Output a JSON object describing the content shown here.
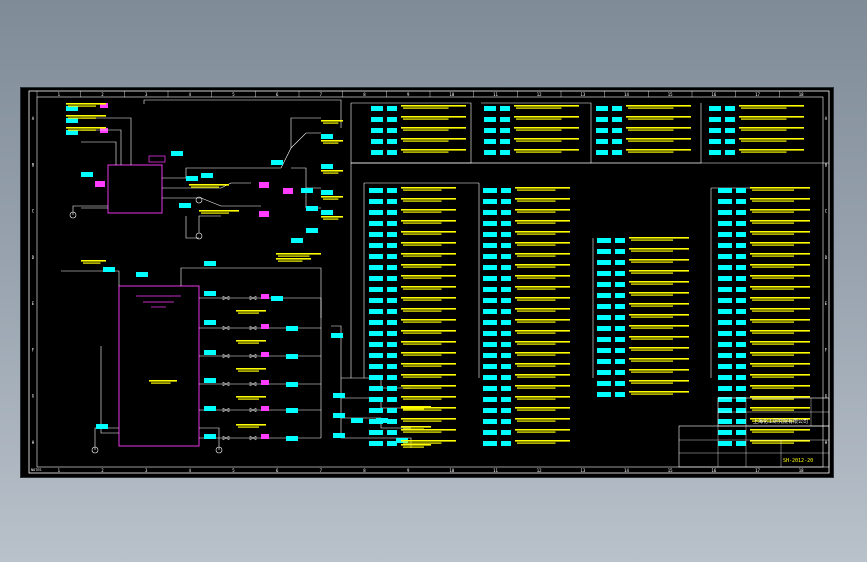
{
  "colors": {
    "background": "#000000",
    "frame": "#ffffff",
    "tag_box": "#00ffff",
    "label_text": "#ffff00",
    "vessel": "#ff3cff",
    "pipe": "#ffffff"
  },
  "title_block": {
    "company_line": "上海化工研究院有限公司",
    "drawing_number": "SH-2012-20"
  },
  "margin": {
    "bottom_left_note": "NOTES"
  },
  "column_numbers": [
    "1",
    "2",
    "3",
    "4",
    "5",
    "6",
    "7",
    "8",
    "9",
    "10",
    "11",
    "12",
    "13",
    "14",
    "15",
    "16",
    "17",
    "18"
  ],
  "row_letters": [
    "A",
    "B",
    "C",
    "D",
    "E",
    "F",
    "G",
    "H"
  ]
}
